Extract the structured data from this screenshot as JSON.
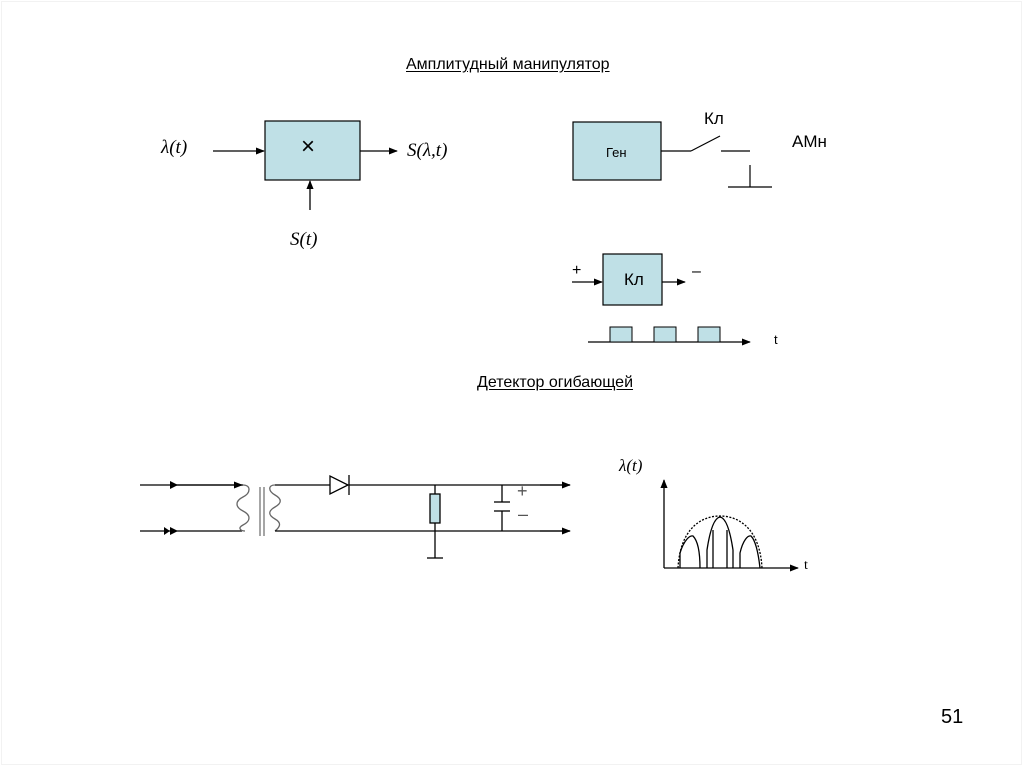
{
  "slide": {
    "page_number": "51",
    "accent_fill": "#bfe0e6",
    "stroke_color": "#000000"
  },
  "modulator": {
    "title": "Амплитудный манипулятор",
    "multiplier_block": {
      "symbol": "×",
      "input_label": "λ(t)",
      "output_label": "S(λ,t)",
      "carrier_label": "S(t)"
    },
    "generator_block": {
      "label": "Ген",
      "switch_label": "Кл",
      "output_label": "АМн"
    },
    "key_block": {
      "label": "Кл",
      "input_sign": "+",
      "output_sign": "–",
      "time_axis_label": "t",
      "pulse_count": 3
    }
  },
  "detector": {
    "title": "Детектор огибающей",
    "circuit": {
      "components": [
        "transformer",
        "diode",
        "resistor",
        "capacitor",
        "ground"
      ],
      "capacitor_plus": "+",
      "capacitor_minus": "–"
    },
    "graph": {
      "y_label": "λ(t)",
      "x_label": "t"
    }
  }
}
